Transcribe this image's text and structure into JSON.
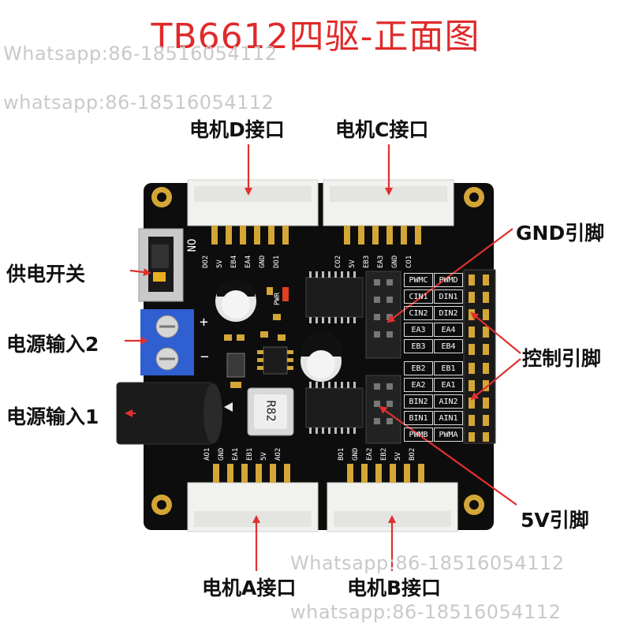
{
  "title": "TB6612四驱-正面图",
  "watermarks": {
    "w1": "Whatsapp:86-18516054112",
    "w2": "whatsapp:86-18516054112",
    "w3": "Whatsapp:86-18516054112",
    "w4": "whatsapp:86-18516054112"
  },
  "labels": {
    "motor_d": "电机D接口",
    "motor_c": "电机C接口",
    "gnd_pins": "GND引脚",
    "power_switch": "供电开关",
    "power_in2": "电源输入2",
    "control_pins": "控制引脚",
    "power_in1": "电源输入1",
    "v5_pins": "5V引脚",
    "motor_a": "电机A接口",
    "motor_b": "电机B接口"
  },
  "silkscreen": {
    "on": "ON",
    "pwr": "PWR",
    "plus": "+",
    "minus": "−",
    "inductor": "R82",
    "conn_d": [
      "DO2",
      "5V",
      "EB4",
      "EA4",
      "GND",
      "DO1"
    ],
    "conn_c": [
      "CO2",
      "5V",
      "EB3",
      "EA3",
      "GND",
      "CO1"
    ],
    "conn_a": [
      "AO1",
      "GND",
      "EA1",
      "EB1",
      "5V",
      "AO2"
    ],
    "conn_b": [
      "BO1",
      "GND",
      "EA2",
      "EB2",
      "5V",
      "BO2"
    ]
  },
  "pin_header": {
    "upper": [
      [
        "PWMC",
        "PWMD"
      ],
      [
        "CIN1",
        "DIN1"
      ],
      [
        "CIN2",
        "DIN2"
      ],
      [
        "EA3",
        "EA4"
      ],
      [
        "EB3",
        "EB4"
      ]
    ],
    "lower": [
      [
        "EB2",
        "EB1"
      ],
      [
        "EA2",
        "EA1"
      ],
      [
        "BIN2",
        "AIN2"
      ],
      [
        "BIN1",
        "AIN1"
      ],
      [
        "PWMB",
        "PWMA"
      ]
    ]
  },
  "colors": {
    "title": "#e02a2a",
    "arrow": "#e03030",
    "pcb": "#0d0d0d",
    "gold": "#d4a636",
    "terminal": "#2f5fd0"
  }
}
